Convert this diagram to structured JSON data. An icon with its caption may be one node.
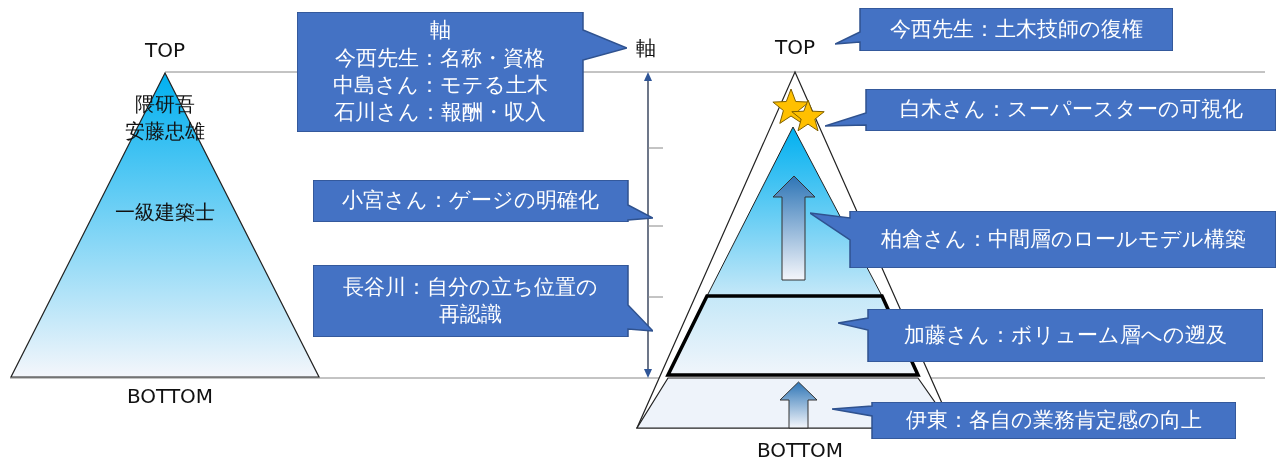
{
  "diagram": {
    "nodes": [
      {
        "text": [
          "隈研吾",
          "安藤忠雄",
          "一級建築士"
        ],
        "beside": [
          "TOP",
          "BOTTOM"
        ]
      },
      {
        "text": [
          "軸",
          "今西先生：名称・資格",
          "中島さん：モテる土木",
          "石川さん：報酬・収入"
        ]
      },
      {
        "text": [
          "小宮さん：ゲージの明確化"
        ]
      },
      {
        "text": [
          "長谷川：自分の立ち位置の再認識"
        ]
      },
      {
        "text": [
          "今西先生：土木技師の復権"
        ]
      },
      {
        "text": [
          "白木さん：スーパースターの可視化"
        ]
      },
      {
        "text": [
          "柏倉さん：中間層のロールモデル構築"
        ]
      },
      {
        "text": [
          "加藤さん：ボリューム層への遡及"
        ]
      },
      {
        "text": [
          "伊東：各自の業務肯定感の向上"
        ]
      }
    ],
    "labels": [
      "軸",
      "TOP",
      "BOTTOM"
    ]
  }
}
